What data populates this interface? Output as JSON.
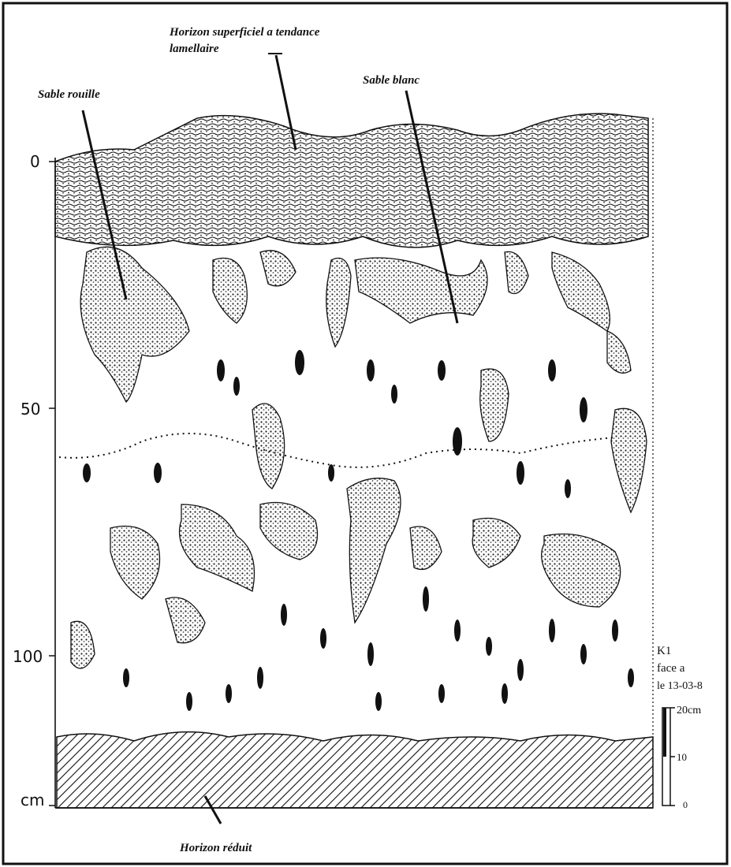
{
  "labels": {
    "horizon_superficiel_line1": "Horizon superficiel a tendance",
    "horizon_superficiel_line2": "lamellaire",
    "sable_blanc": "Sable blanc",
    "sable_rouille": "Sable rouille",
    "horizon_reduit": "Horizon réduit"
  },
  "depth_axis": {
    "ticks": [
      "0",
      "50",
      "100"
    ],
    "unit": "cm"
  },
  "profile_note": {
    "line1": "K1",
    "line2": "face a",
    "line3": "le 13-03-8"
  },
  "scale_bar": {
    "top": "20cm",
    "middle": "10",
    "bottom": "0"
  },
  "colors": {
    "ink": "#111111",
    "paper": "#ffffff",
    "stipple": "#9a9a9a"
  }
}
